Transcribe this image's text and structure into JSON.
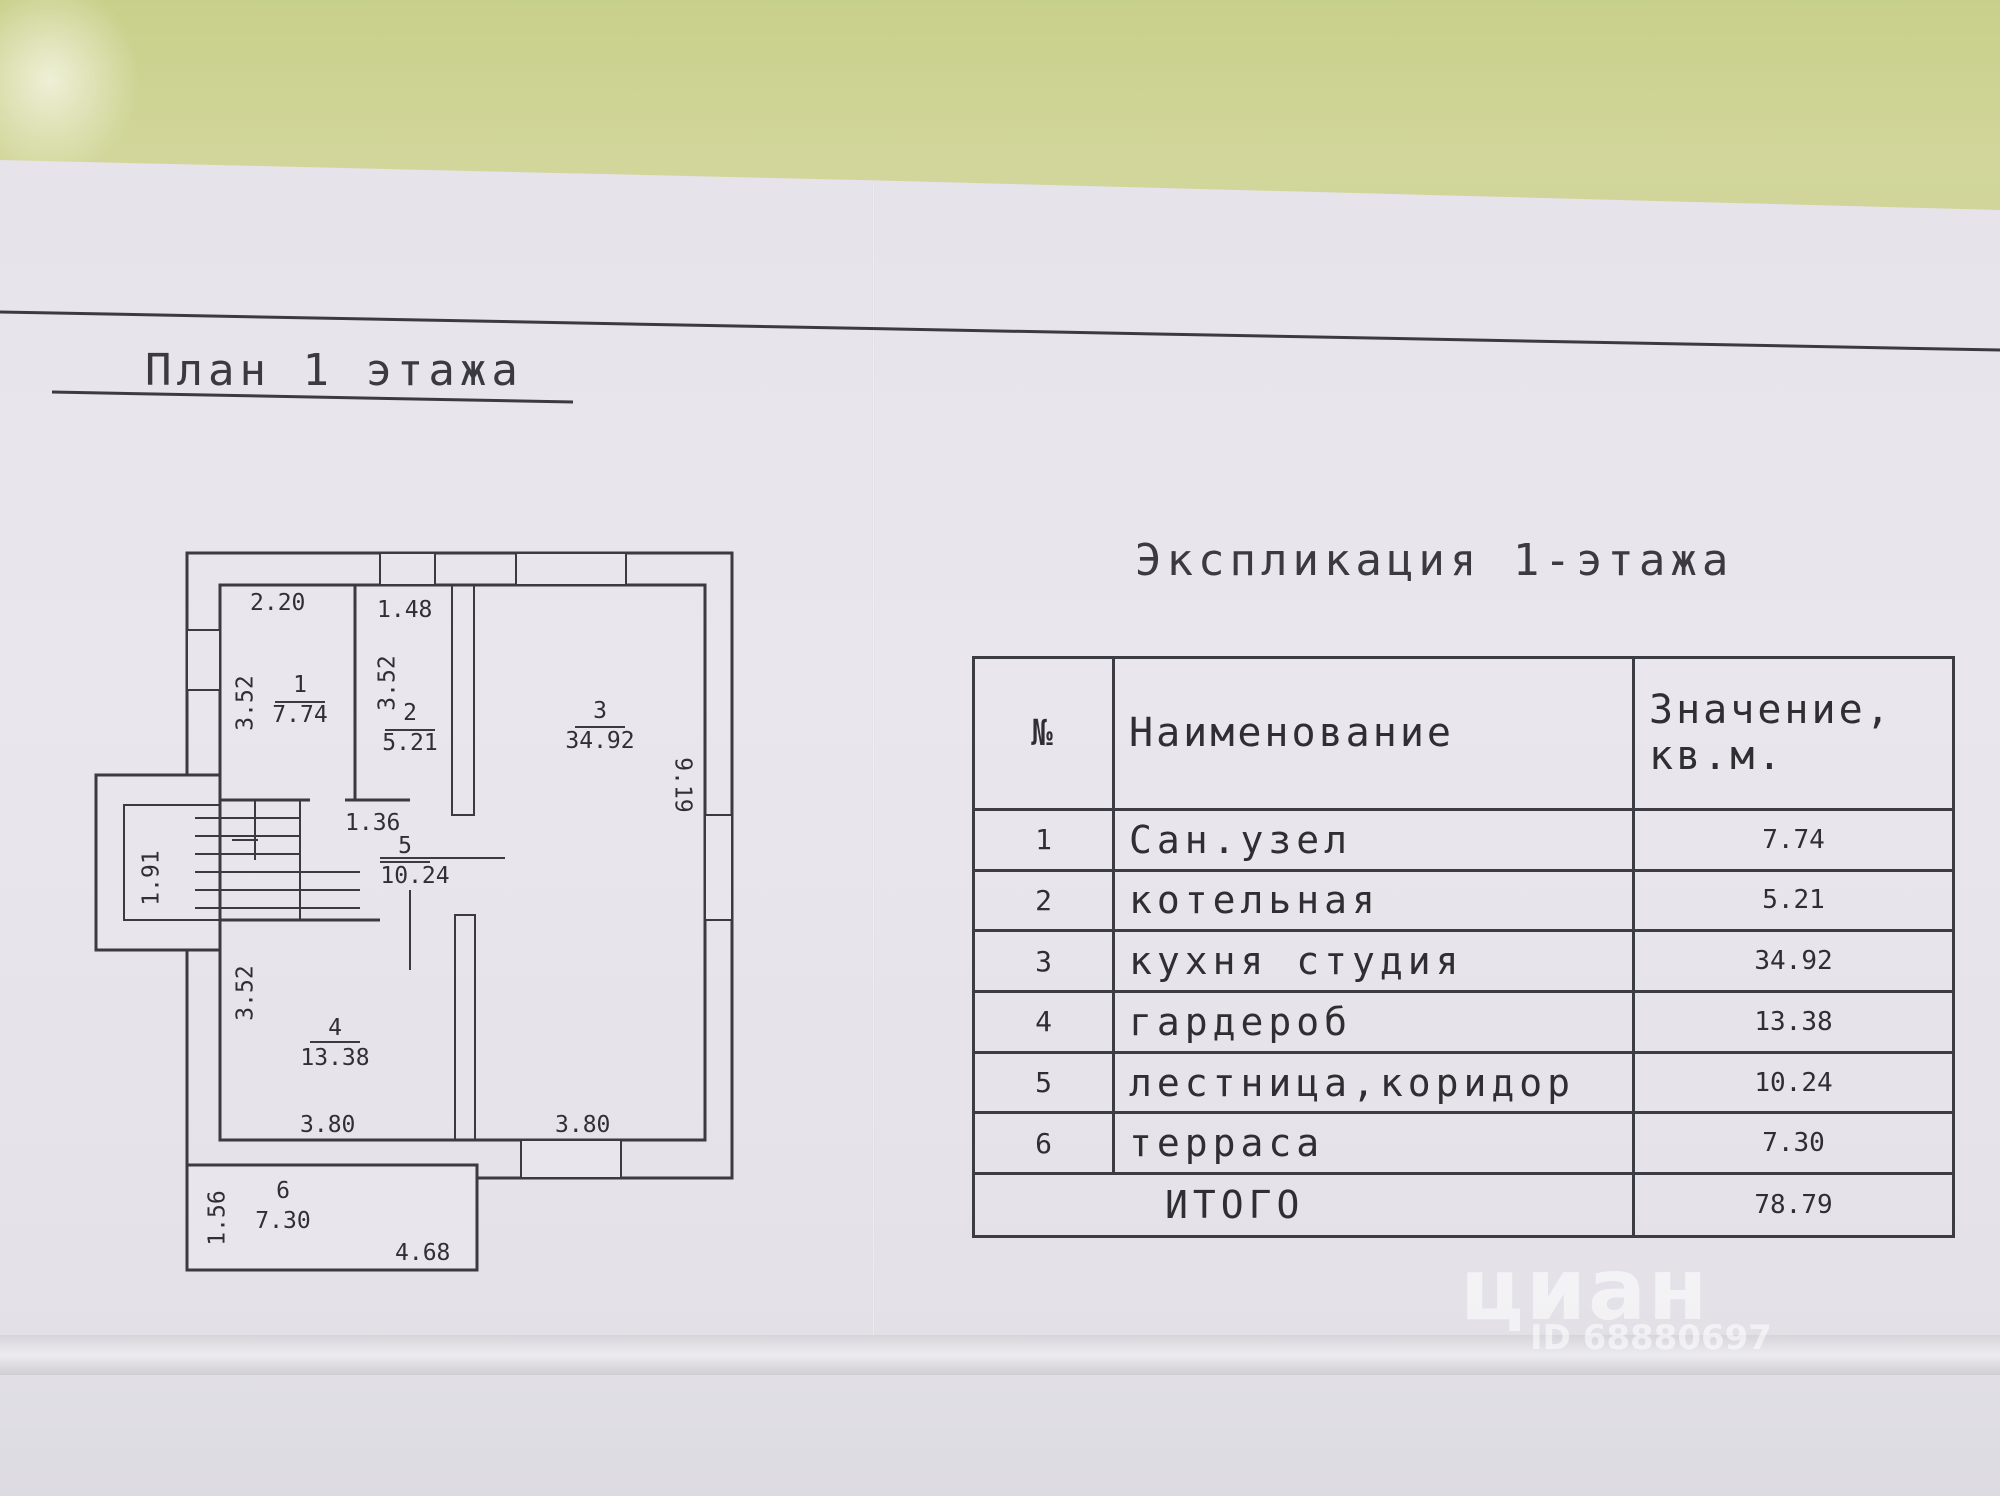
{
  "plan": {
    "title": "План 1 этажа",
    "dims": {
      "d_2_20": "2.20",
      "d_1_48": "1.48",
      "d_3_52_a": "3.52",
      "d_3_52_b": "3.52",
      "d_3_52_c": "3.52",
      "d_1_91": "1.91",
      "d_9_19": "9.19",
      "d_1_36": "1.36",
      "d_3_80_a": "3.80",
      "d_3_80_b": "3.80",
      "d_1_56": "1.56",
      "d_4_68": "4.68"
    },
    "rooms": [
      {
        "num": "1",
        "area": "7.74"
      },
      {
        "num": "2",
        "area": "5.21"
      },
      {
        "num": "3",
        "area": "34.92"
      },
      {
        "num": "4",
        "area": "13.38"
      },
      {
        "num": "5",
        "area": "10.24"
      },
      {
        "num": "6",
        "area": "7.30"
      }
    ]
  },
  "explication": {
    "title": "Экспликация 1-этажа",
    "headers": {
      "num": "№",
      "name": "Наименование",
      "value_line1": "Значение,",
      "value_line2": "кв.м."
    },
    "rows": [
      {
        "n": "1",
        "name": "Сан.узел",
        "value": "7.74"
      },
      {
        "n": "2",
        "name": "котельная",
        "value": "5.21"
      },
      {
        "n": "3",
        "name": "кухня студия",
        "value": "34.92"
      },
      {
        "n": "4",
        "name": "гардероб",
        "value": "13.38"
      },
      {
        "n": "5",
        "name": "лестница,коридор",
        "value": "10.24"
      },
      {
        "n": "6",
        "name": "терраса",
        "value": "7.30"
      }
    ],
    "total_label": "ИТОГО",
    "total_value": "78.79"
  },
  "watermark": {
    "logo": "циан",
    "id": "ID 68880697"
  }
}
